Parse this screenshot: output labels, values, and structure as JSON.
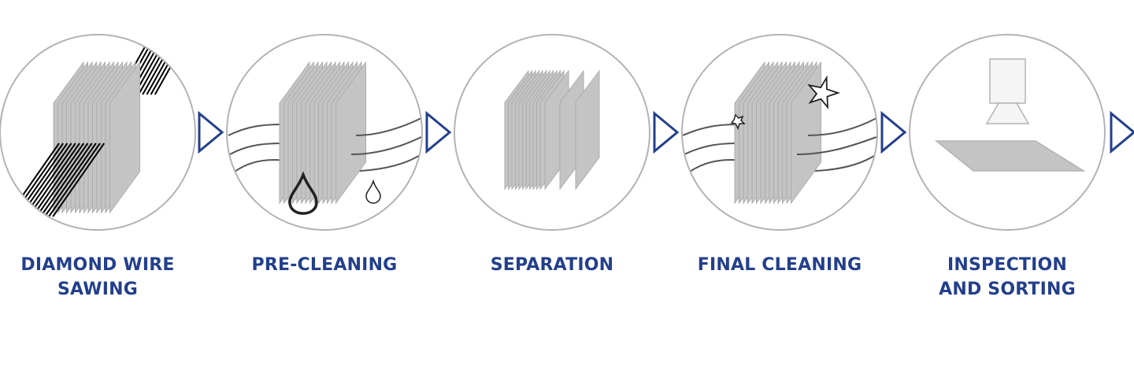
{
  "colors": {
    "accent": "#233f8c",
    "circle": "#b3b3b3",
    "wafer": "#c4c4c4",
    "wire": "#000000",
    "flow_line": "#555555"
  },
  "steps": [
    {
      "line1": "DIAMOND WIRE",
      "line2": "SAWING",
      "icon": "wire-saw-icon"
    },
    {
      "line1": "PRE-CLEANING",
      "line2": "",
      "icon": "water-drop-icon"
    },
    {
      "line1": "SEPARATION",
      "line2": "",
      "icon": "wafer-separation-icon"
    },
    {
      "line1": "FINAL CLEANING",
      "line2": "",
      "icon": "sparkle-clean-icon"
    },
    {
      "line1": "INSPECTION",
      "line2": "AND SORTING",
      "icon": "camera-inspection-icon"
    }
  ]
}
